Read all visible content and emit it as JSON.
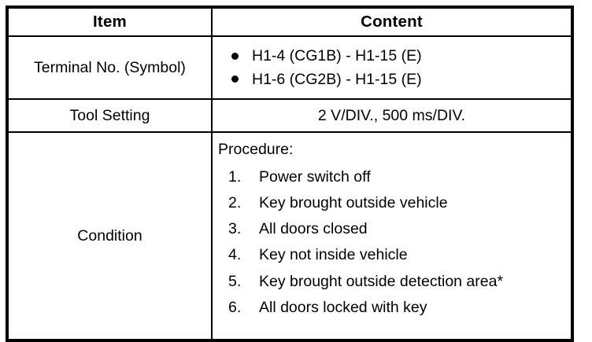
{
  "table": {
    "headers": {
      "item": "Item",
      "content": "Content"
    },
    "rows": [
      {
        "label": "Terminal No. (Symbol)",
        "content_type": "bullets",
        "bullets": [
          "H1-4 (CG1B) - H1-15 (E)",
          "H1-6 (CG2B) - H1-15 (E)"
        ]
      },
      {
        "label": "Tool Setting",
        "content_type": "text",
        "text": "2 V/DIV., 500 ms/DIV."
      },
      {
        "label": "Condition",
        "content_type": "procedure",
        "procedure_heading": "Procedure:",
        "steps": [
          {
            "number": "1.",
            "text": "Power switch off"
          },
          {
            "number": "2.",
            "text": "Key brought outside vehicle"
          },
          {
            "number": "3.",
            "text": "All doors closed"
          },
          {
            "number": "4.",
            "text": "Key not inside vehicle"
          },
          {
            "number": "5.",
            "text": "Key brought outside detection area*"
          },
          {
            "number": "6.",
            "text": "All doors locked with key"
          }
        ]
      }
    ]
  },
  "colors": {
    "background": "#ffffff",
    "text": "#000000",
    "border": "#000000"
  }
}
